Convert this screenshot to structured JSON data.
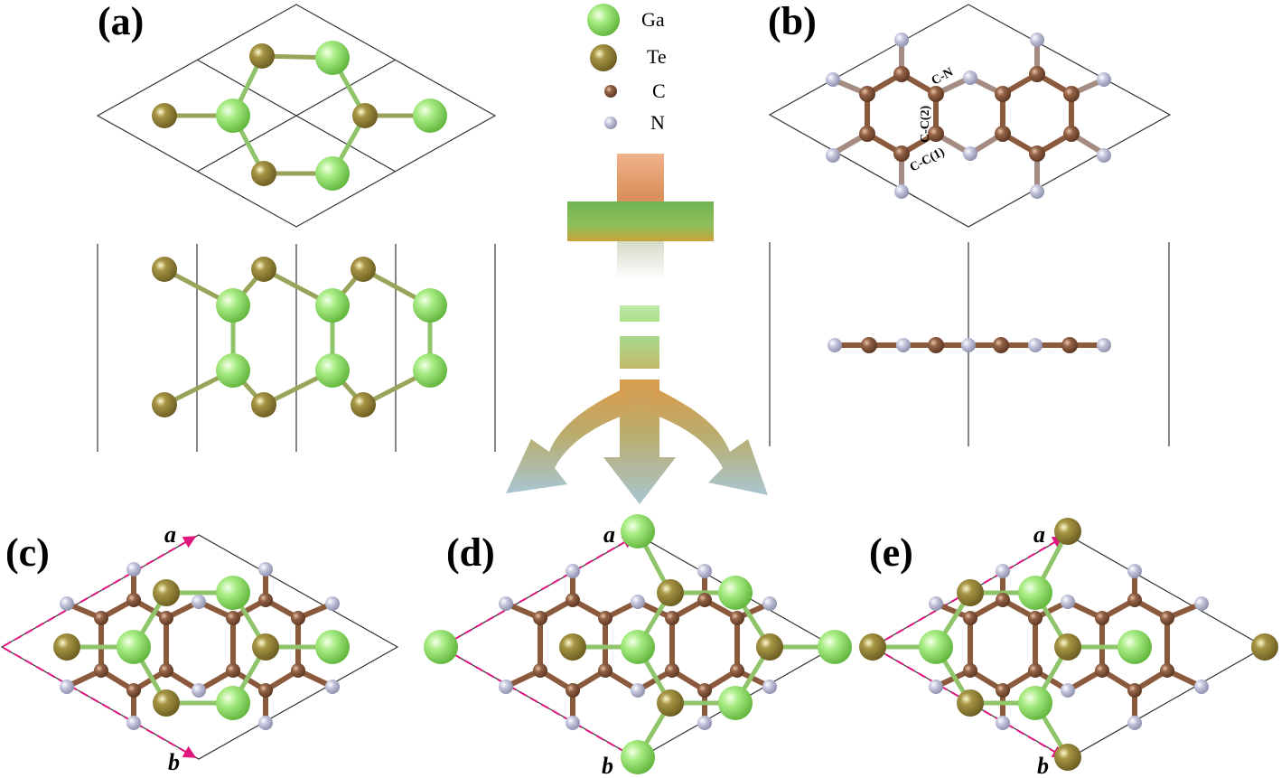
{
  "panels": {
    "a": "(a)",
    "b": "(b)",
    "c": "(c)",
    "d": "(d)",
    "e": "(e)"
  },
  "legend": [
    {
      "symbol": "Ga",
      "color": "#8fdb6a"
    },
    {
      "symbol": "Te",
      "color": "#9a8a3c"
    },
    {
      "symbol": "C",
      "color": "#8b5a3c"
    },
    {
      "symbol": "N",
      "color": "#b7b9d2"
    }
  ],
  "bond_labels": {
    "cn": "C-N",
    "cc2": "C-C(2)",
    "cc1": "C-C(1)"
  },
  "lattice_vectors": {
    "a": "a",
    "b": "b"
  },
  "colors": {
    "ga": "#8fdb6a",
    "te": "#9a8a3c",
    "carbon": "#8b5a3c",
    "nitrogen": "#b7b9d2",
    "vector": "#e0157f",
    "arrow_green": "#7fb85a",
    "arrow_orange": "#d79a4a",
    "arrow_blue": "#b3ccd6"
  }
}
